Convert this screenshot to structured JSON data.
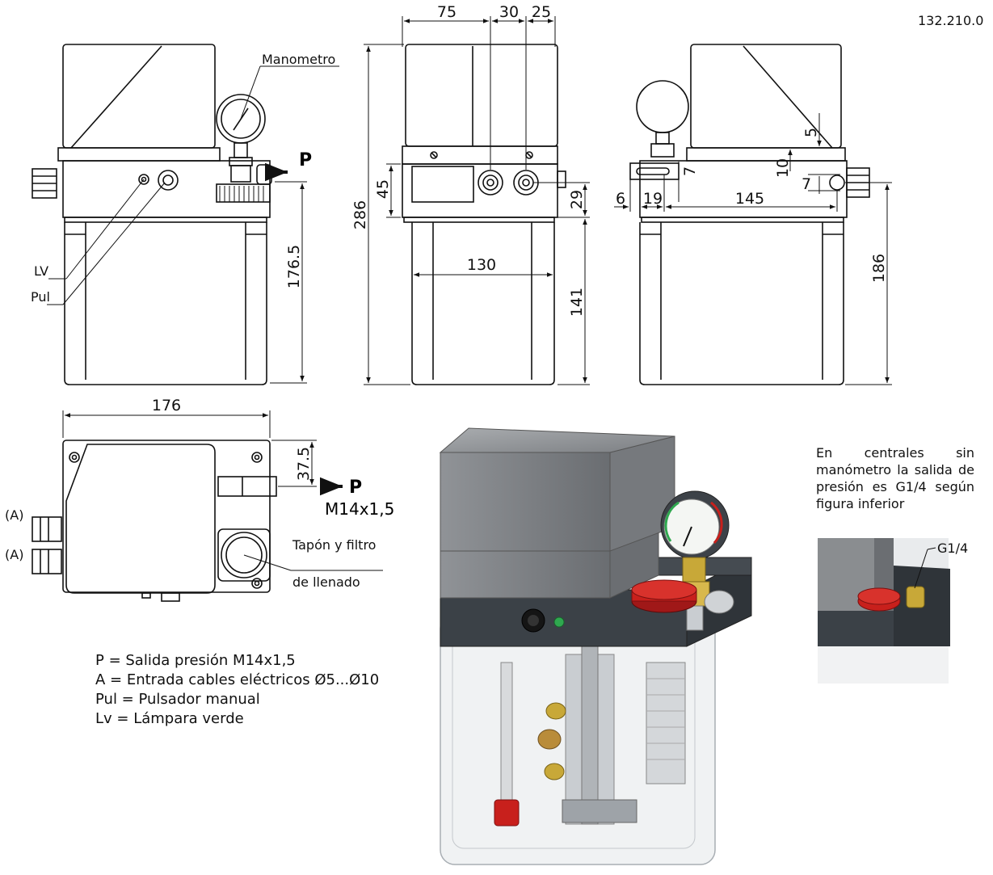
{
  "drawing_code": "132.210.0",
  "labels": {
    "manometro": "Manometro",
    "lv": "LV",
    "pul": "Pul",
    "p_top": "P",
    "p_bottom": "P",
    "m14": "M14x1,5",
    "a1": "(A)",
    "a2": "(A)",
    "tapon_1": "Tapón y filtro",
    "tapon_2": "de llenado",
    "g14": "G1/4"
  },
  "dimensions": {
    "d75": "75",
    "d30": "30",
    "d25": "25",
    "d45": "45",
    "d286": "286",
    "d29": "29",
    "d130": "130",
    "d141": "141",
    "d176_5": "176.5",
    "d5": "5",
    "d10": "10",
    "d7a": "7",
    "d7b": "7",
    "d6": "6",
    "d19": "19",
    "d145": "145",
    "d186": "186",
    "d176": "176",
    "d37_5": "37.5"
  },
  "legend": [
    "P = Salida presión M14x1,5",
    "A = Entrada cables eléctricos Ø5...Ø10",
    "Pul = Pulsador manual",
    "Lv = Lámpara verde"
  ],
  "note": "En centrales sin manómetro la salida de presión es G1/4 según figura inferior",
  "colors": {
    "housing_gray": "#8a8d90",
    "band_dark": "#3b4147",
    "cap_red": "#c8201c",
    "brass": "#c8a838",
    "led_green": "#2fa84f"
  }
}
